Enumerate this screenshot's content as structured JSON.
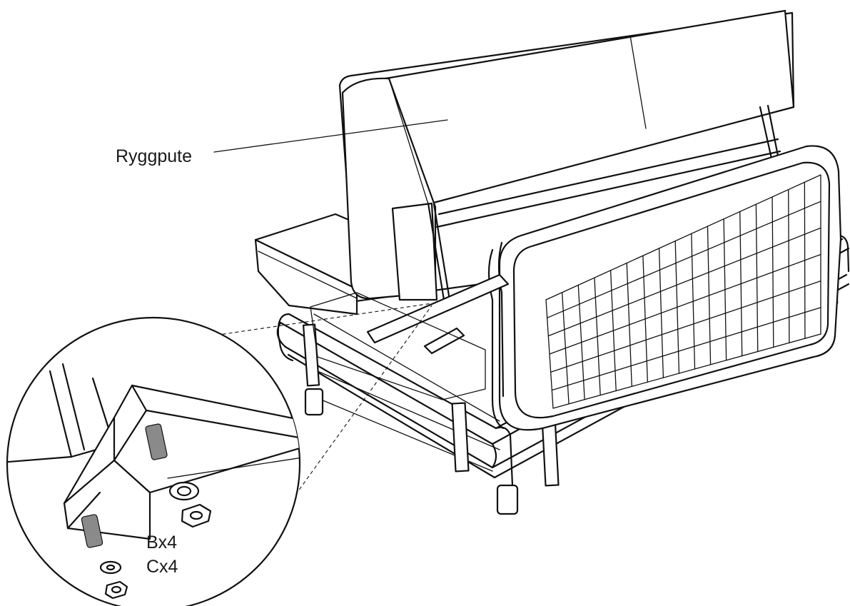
{
  "labels": {
    "back_cushion": "Ryggpute",
    "bolt_part": "Bx4",
    "nut_part": "Cx4"
  }
}
